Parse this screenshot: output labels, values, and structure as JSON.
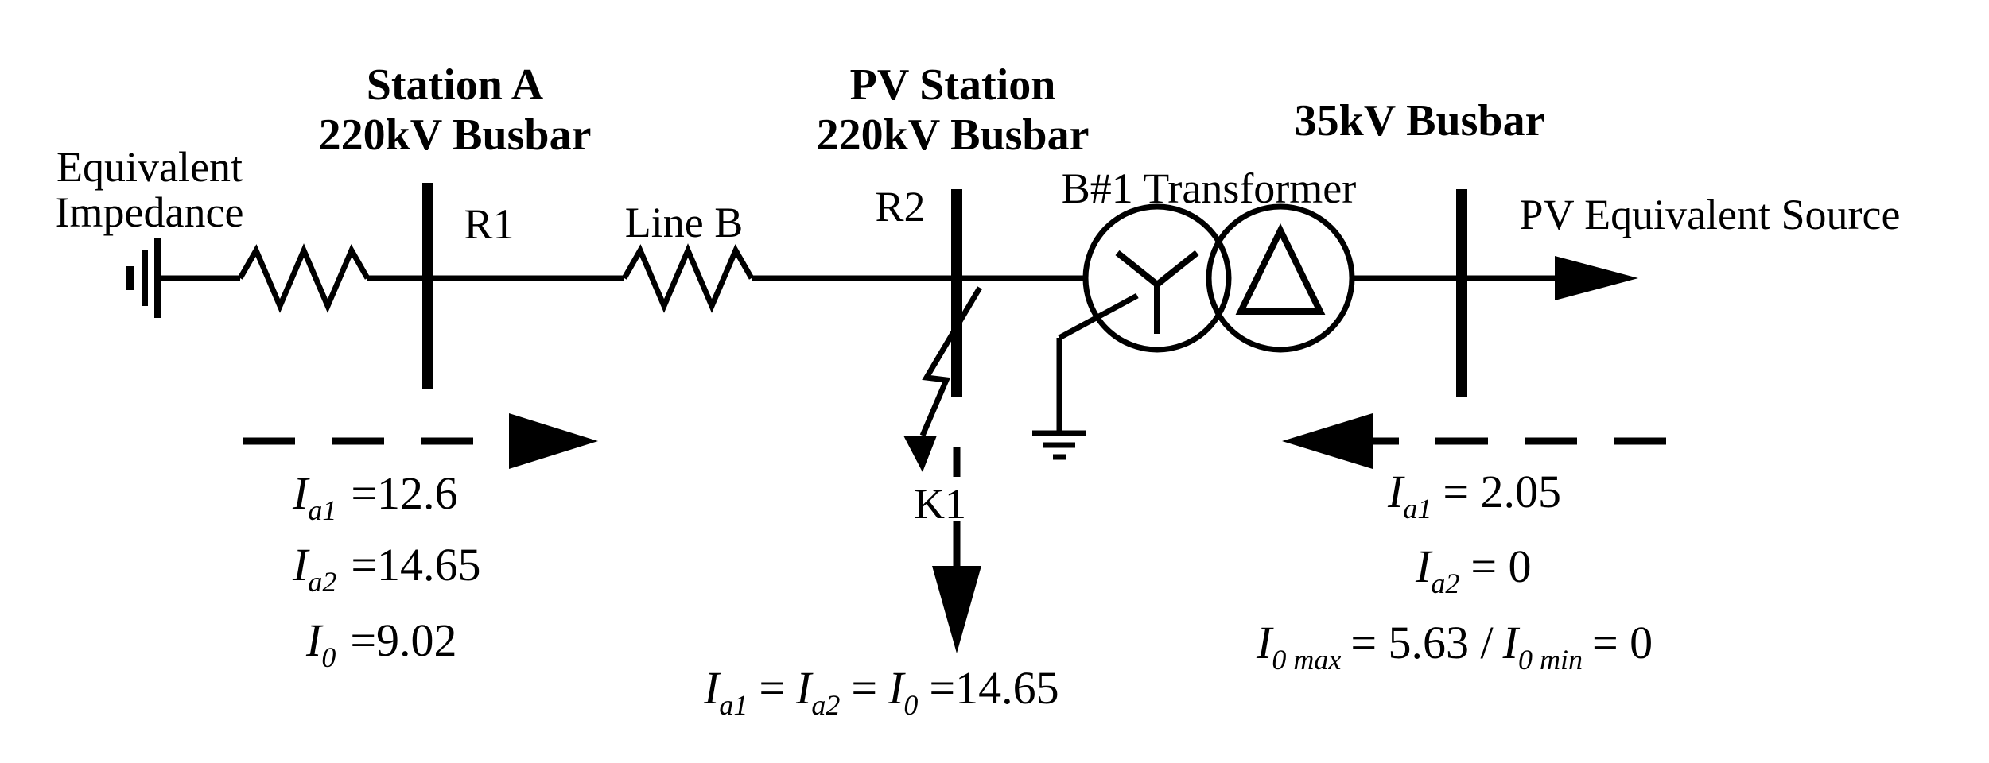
{
  "labels": {
    "station_a_line1": "Station A",
    "station_a_line2": "220kV Busbar",
    "pv_station_line1": "PV Station",
    "pv_station_line2": "220kV Busbar",
    "bus_35kv": "35kV Busbar",
    "equiv_imp_line1": "Equivalent",
    "equiv_imp_line2": "Impedance",
    "r1": "R1",
    "line_b": "Line B",
    "r2": "R2",
    "transformer": "B#1 Transformer",
    "pv_source": "PV Equivalent Source",
    "fault": "K1"
  },
  "currents": {
    "left": {
      "ia1": {
        "sym": "I",
        "sub": "a1",
        "val": "=12.6"
      },
      "ia2": {
        "sym": "I",
        "sub": "a2",
        "val": "=14.65"
      },
      "i0": {
        "sym": "I",
        "sub": "0",
        "val": "=9.02"
      }
    },
    "right": {
      "ia1": {
        "sym": "I",
        "sub": "a1",
        "val": "= 2.05"
      },
      "ia2": {
        "sym": "I",
        "sub": "a2",
        "val": "= 0"
      },
      "i0max": {
        "sym": "I",
        "sub": "0 max",
        "val": "= 5.63 /"
      },
      "i0min": {
        "sym": "I",
        "sub": "0 min",
        "val": "= 0"
      }
    },
    "fault": {
      "s1": {
        "sym": "I",
        "sub": "a1",
        "val": "="
      },
      "s2": {
        "sym": "I",
        "sub": "a2",
        "val": "="
      },
      "s3": {
        "sym": "I",
        "sub": "0",
        "val": "=14.65"
      }
    }
  }
}
